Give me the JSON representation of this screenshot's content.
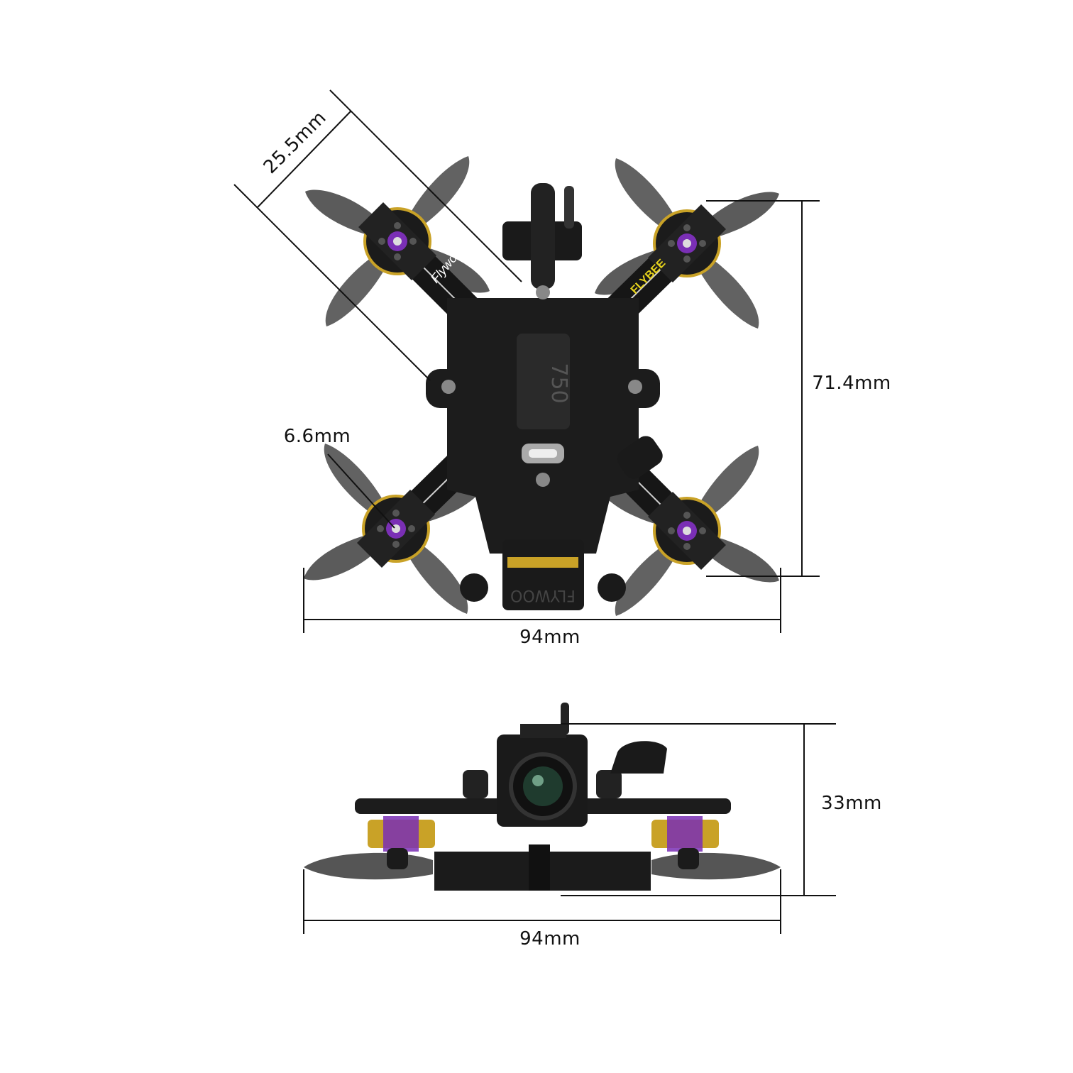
{
  "top_view": {
    "diagonal_label": "25.5mm",
    "height_label": "71.4mm",
    "width_label": "94mm",
    "motor_label": "6.6mm",
    "frame_text": "750",
    "brand_left": "Flywoo",
    "brand_right": "FLYBEE",
    "camera_text": "FLYWOO"
  },
  "side_view": {
    "height_label": "33mm",
    "width_label": "94mm"
  },
  "colors": {
    "frame": "#1a1a1a",
    "propeller": "#4a4a4a",
    "motor_accent": "#7a2fb5",
    "motor_bell": "#c9a227",
    "dimension_line": "#111111",
    "brand_accent": "#e6d21c"
  }
}
